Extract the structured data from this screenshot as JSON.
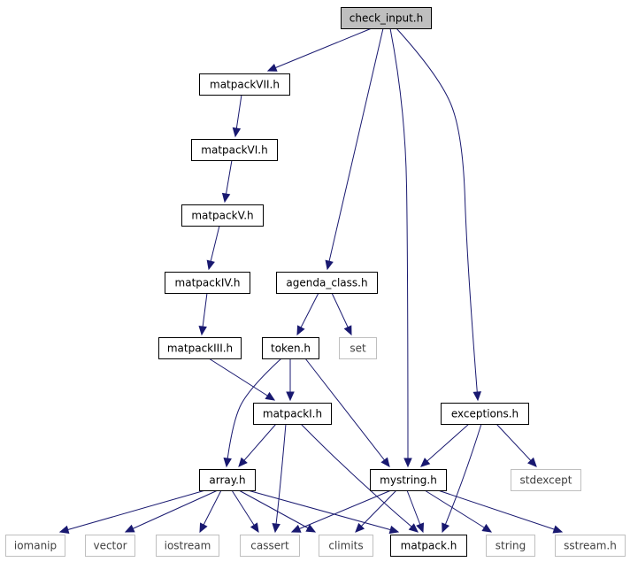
{
  "diagram": {
    "type": "include-dependency-graph",
    "colors": {
      "edge": "#191970",
      "root_fill": "#bfbfbf",
      "system_border": "#bfbfbf",
      "node_border": "#000000"
    },
    "nodes": [
      {
        "id": "check_input",
        "label": "check_input.h",
        "kind": "root"
      },
      {
        "id": "matpackVII",
        "label": "matpackVII.h",
        "kind": "file"
      },
      {
        "id": "matpackVI",
        "label": "matpackVI.h",
        "kind": "file"
      },
      {
        "id": "matpackV",
        "label": "matpackV.h",
        "kind": "file"
      },
      {
        "id": "matpackIV",
        "label": "matpackIV.h",
        "kind": "file"
      },
      {
        "id": "matpackIII",
        "label": "matpackIII.h",
        "kind": "file"
      },
      {
        "id": "agenda_class",
        "label": "agenda_class.h",
        "kind": "file"
      },
      {
        "id": "token",
        "label": "token.h",
        "kind": "file"
      },
      {
        "id": "set",
        "label": "set",
        "kind": "system"
      },
      {
        "id": "matpackI",
        "label": "matpackI.h",
        "kind": "file"
      },
      {
        "id": "exceptions",
        "label": "exceptions.h",
        "kind": "file"
      },
      {
        "id": "array",
        "label": "array.h",
        "kind": "file"
      },
      {
        "id": "mystring",
        "label": "mystring.h",
        "kind": "file"
      },
      {
        "id": "stdexcept",
        "label": "stdexcept",
        "kind": "system"
      },
      {
        "id": "iomanip",
        "label": "iomanip",
        "kind": "system"
      },
      {
        "id": "vector",
        "label": "vector",
        "kind": "system"
      },
      {
        "id": "iostream",
        "label": "iostream",
        "kind": "system"
      },
      {
        "id": "cassert",
        "label": "cassert",
        "kind": "system"
      },
      {
        "id": "climits",
        "label": "climits",
        "kind": "system"
      },
      {
        "id": "matpack",
        "label": "matpack.h",
        "kind": "file"
      },
      {
        "id": "string",
        "label": "string",
        "kind": "system"
      },
      {
        "id": "sstream",
        "label": "sstream.h",
        "kind": "system"
      }
    ],
    "edges": [
      [
        "check_input",
        "matpackVII"
      ],
      [
        "check_input",
        "agenda_class"
      ],
      [
        "check_input",
        "mystring"
      ],
      [
        "check_input",
        "exceptions"
      ],
      [
        "matpackVII",
        "matpackVI"
      ],
      [
        "matpackVI",
        "matpackV"
      ],
      [
        "matpackV",
        "matpackIV"
      ],
      [
        "matpackIV",
        "matpackIII"
      ],
      [
        "matpackIII",
        "matpackI"
      ],
      [
        "agenda_class",
        "token"
      ],
      [
        "agenda_class",
        "set"
      ],
      [
        "token",
        "matpackI"
      ],
      [
        "token",
        "array"
      ],
      [
        "token",
        "mystring"
      ],
      [
        "matpackI",
        "array"
      ],
      [
        "matpackI",
        "cassert"
      ],
      [
        "matpackI",
        "matpack"
      ],
      [
        "exceptions",
        "mystring"
      ],
      [
        "exceptions",
        "stdexcept"
      ],
      [
        "exceptions",
        "matpack"
      ],
      [
        "array",
        "iomanip"
      ],
      [
        "array",
        "vector"
      ],
      [
        "array",
        "iostream"
      ],
      [
        "array",
        "cassert"
      ],
      [
        "array",
        "climits"
      ],
      [
        "array",
        "matpack"
      ],
      [
        "mystring",
        "cassert"
      ],
      [
        "mystring",
        "climits"
      ],
      [
        "mystring",
        "matpack"
      ],
      [
        "mystring",
        "string"
      ],
      [
        "mystring",
        "sstream"
      ]
    ]
  }
}
